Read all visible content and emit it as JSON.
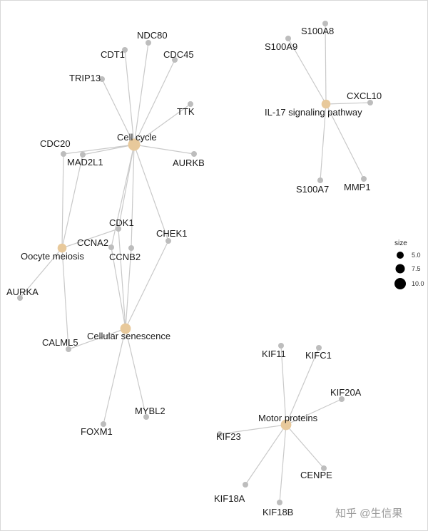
{
  "colors": {
    "term_node": "#e8c99b",
    "gene_node": "#bdbdbd",
    "edge": "#c9c9c9",
    "legend_dot": "#000000"
  },
  "terms": [
    {
      "id": "cell_cycle",
      "label": "Cell cycle",
      "size": 10.0
    },
    {
      "id": "oocyte_meiosis",
      "label": "Oocyte meiosis",
      "size": 6.0
    },
    {
      "id": "cellular_senescence",
      "label": "Cellular senescence",
      "size": 8.0
    },
    {
      "id": "il17",
      "label": "IL-17 signaling pathway",
      "size": 6.0
    },
    {
      "id": "motor_proteins",
      "label": "Motor proteins",
      "size": 8.0
    }
  ],
  "genes": [
    {
      "id": "NDC80",
      "label": "NDC80"
    },
    {
      "id": "CDT1",
      "label": "CDT1"
    },
    {
      "id": "CDC45",
      "label": "CDC45"
    },
    {
      "id": "TRIP13",
      "label": "TRIP13"
    },
    {
      "id": "TTK",
      "label": "TTK"
    },
    {
      "id": "CDC20",
      "label": "CDC20"
    },
    {
      "id": "AURKB",
      "label": "AURKB"
    },
    {
      "id": "MAD2L1",
      "label": "MAD2L1"
    },
    {
      "id": "CDK1",
      "label": "CDK1"
    },
    {
      "id": "CCNA2",
      "label": "CCNA2"
    },
    {
      "id": "CHEK1",
      "label": "CHEK1"
    },
    {
      "id": "CCNB2",
      "label": "CCNB2"
    },
    {
      "id": "AURKA",
      "label": "AURKA"
    },
    {
      "id": "CALML5",
      "label": "CALML5"
    },
    {
      "id": "MYBL2",
      "label": "MYBL2"
    },
    {
      "id": "FOXM1",
      "label": "FOXM1"
    },
    {
      "id": "S100A8",
      "label": "S100A8"
    },
    {
      "id": "S100A9",
      "label": "S100A9"
    },
    {
      "id": "CXCL10",
      "label": "CXCL10"
    },
    {
      "id": "S100A7",
      "label": "S100A7"
    },
    {
      "id": "MMP1",
      "label": "MMP1"
    },
    {
      "id": "KIF11",
      "label": "KIF11"
    },
    {
      "id": "KIFC1",
      "label": "KIFC1"
    },
    {
      "id": "KIF20A",
      "label": "KIF20A"
    },
    {
      "id": "KIF23",
      "label": "KIF23"
    },
    {
      "id": "CENPE",
      "label": "CENPE"
    },
    {
      "id": "KIF18A",
      "label": "KIF18A"
    },
    {
      "id": "KIF18B",
      "label": "KIF18B"
    }
  ],
  "edges": [
    [
      "cell_cycle",
      "NDC80"
    ],
    [
      "cell_cycle",
      "CDT1"
    ],
    [
      "cell_cycle",
      "CDC45"
    ],
    [
      "cell_cycle",
      "TRIP13"
    ],
    [
      "cell_cycle",
      "TTK"
    ],
    [
      "cell_cycle",
      "CDC20"
    ],
    [
      "cell_cycle",
      "AURKB"
    ],
    [
      "cell_cycle",
      "MAD2L1"
    ],
    [
      "cell_cycle",
      "CDK1"
    ],
    [
      "cell_cycle",
      "CCNA2"
    ],
    [
      "cell_cycle",
      "CHEK1"
    ],
    [
      "cell_cycle",
      "CCNB2"
    ],
    [
      "oocyte_meiosis",
      "CDC20"
    ],
    [
      "oocyte_meiosis",
      "MAD2L1"
    ],
    [
      "oocyte_meiosis",
      "CDK1"
    ],
    [
      "oocyte_meiosis",
      "AURKA"
    ],
    [
      "oocyte_meiosis",
      "CALML5"
    ],
    [
      "cellular_senescence",
      "CDK1"
    ],
    [
      "cellular_senescence",
      "CCNA2"
    ],
    [
      "cellular_senescence",
      "CHEK1"
    ],
    [
      "cellular_senescence",
      "CCNB2"
    ],
    [
      "cellular_senescence",
      "CALML5"
    ],
    [
      "cellular_senescence",
      "MYBL2"
    ],
    [
      "cellular_senescence",
      "FOXM1"
    ],
    [
      "il17",
      "S100A8"
    ],
    [
      "il17",
      "S100A9"
    ],
    [
      "il17",
      "CXCL10"
    ],
    [
      "il17",
      "S100A7"
    ],
    [
      "il17",
      "MMP1"
    ],
    [
      "motor_proteins",
      "KIF11"
    ],
    [
      "motor_proteins",
      "KIFC1"
    ],
    [
      "motor_proteins",
      "KIF20A"
    ],
    [
      "motor_proteins",
      "KIF23"
    ],
    [
      "motor_proteins",
      "CENPE"
    ],
    [
      "motor_proteins",
      "KIF18A"
    ],
    [
      "motor_proteins",
      "KIF18B"
    ]
  ],
  "legend": {
    "title": "size",
    "entries": [
      {
        "label": "5.0",
        "value": 5.0
      },
      {
        "label": "7.5",
        "value": 7.5
      },
      {
        "label": "10.0",
        "value": 10.0
      }
    ]
  },
  "watermark": "知乎 @生信果"
}
